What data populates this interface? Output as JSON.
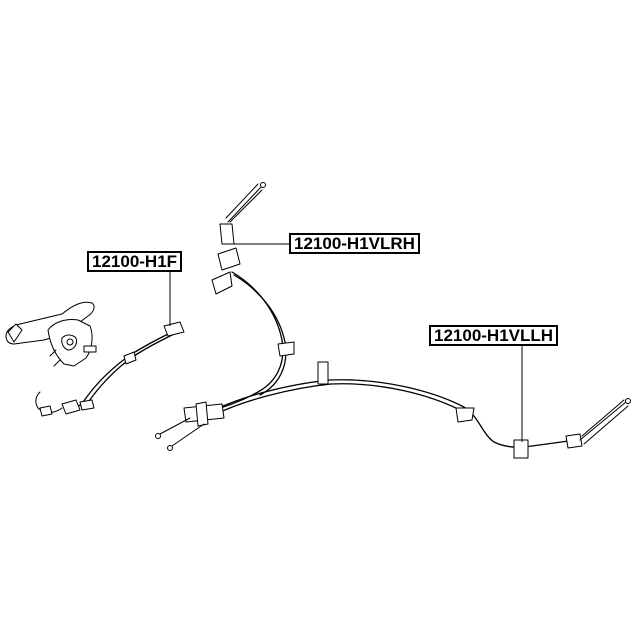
{
  "labels": {
    "front_cable": "12100-H1F",
    "rear_right_cable": "12100-H1VLRH",
    "rear_left_cable": "12100-H1VLLH"
  }
}
